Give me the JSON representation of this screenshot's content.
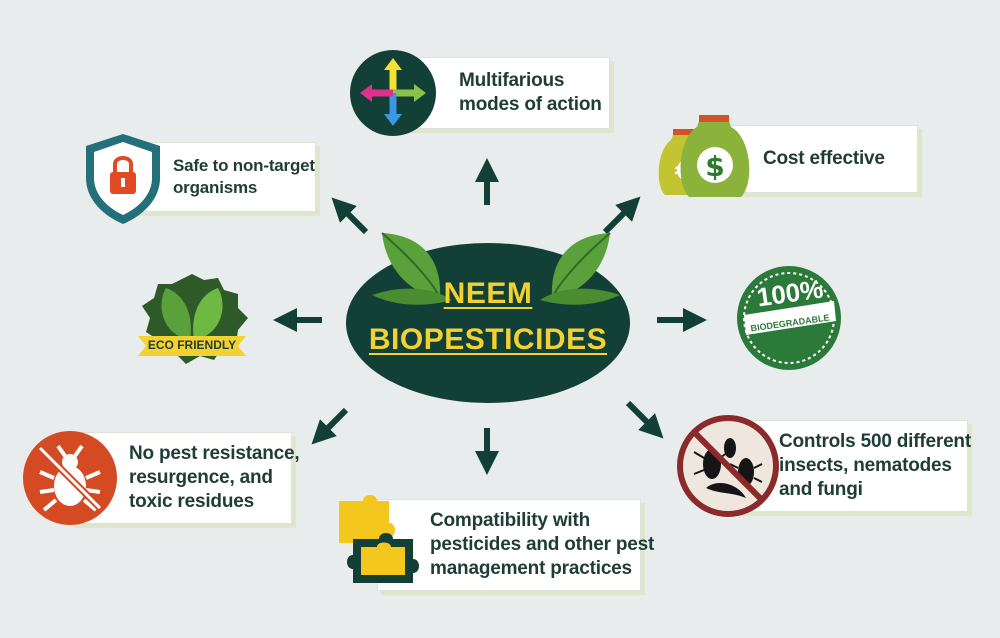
{
  "center": {
    "line1": "NEEM",
    "line2": "BIOPESTICIDES"
  },
  "benefits": {
    "modes_of_action": {
      "line1": "Multifarious",
      "line2": "modes of action"
    },
    "cost": {
      "line1": "Cost effective"
    },
    "safe": {
      "line1": "Safe to non-target",
      "line2": "organisms"
    },
    "eco": {
      "badge": "ECO FRIENDLY"
    },
    "biodegradable": {
      "badge_top": "100%",
      "badge_bottom": "BIODEGRADABLE"
    },
    "resistance": {
      "line1": "No pest resistance,",
      "line2": "resurgence, and",
      "line3": "toxic residues"
    },
    "compatibility": {
      "line1": "Compatibility with",
      "line2": "pesticides and other pest",
      "line3": "management practices"
    },
    "controls": {
      "line1": "Controls 500 different",
      "line2": "insects, nematodes",
      "line3": "and fungi"
    }
  },
  "icons": {
    "modes": "four-direction-arrows-icon",
    "cost": "money-bags-icon",
    "safe": "shield-lock-icon",
    "eco": "leaf-badge-icon",
    "bio": "stamp-badge-icon",
    "resistance": "no-bug-icon",
    "compatibility": "puzzle-icon",
    "controls": "no-insects-icon"
  },
  "colors": {
    "background": "#e9ecec",
    "dark_green": "#123f36",
    "title_yellow": "#f3d132",
    "leaf_green": "#4f9a35",
    "red": "#d44a22",
    "box_text": "#1f3d35"
  }
}
